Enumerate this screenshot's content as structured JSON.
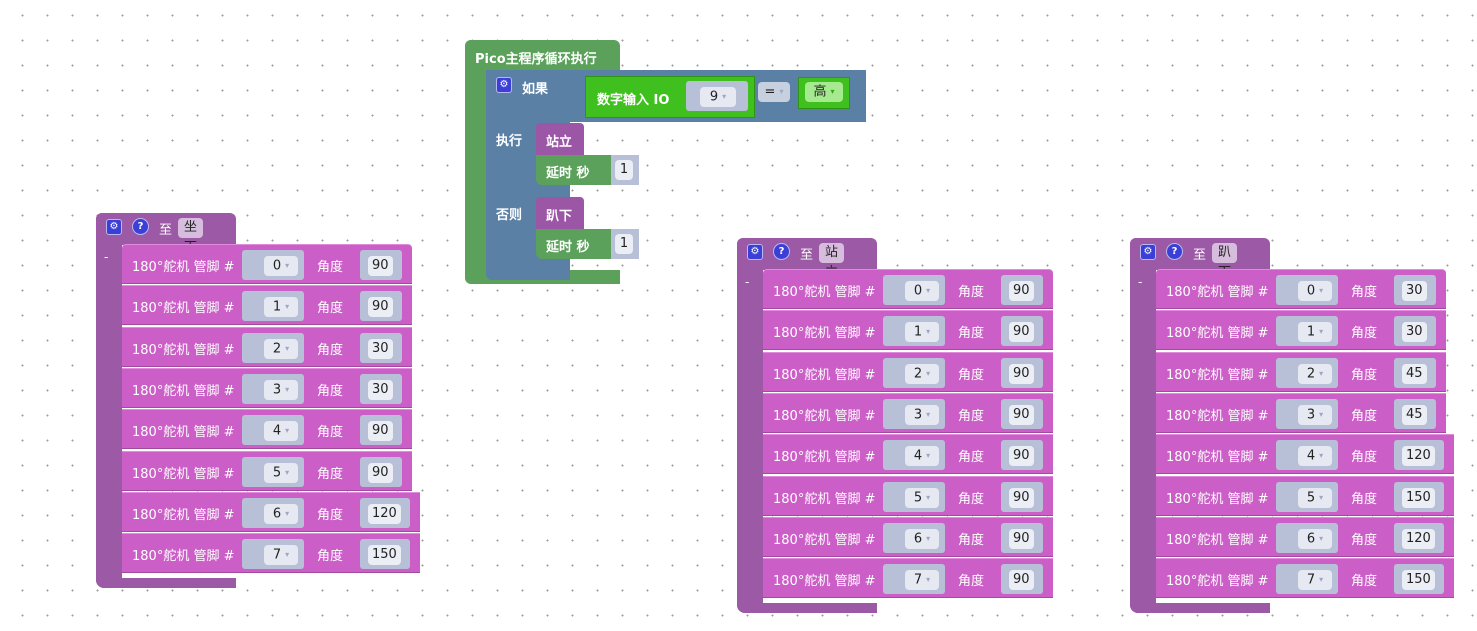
{
  "main_loop": {
    "title": "Pico主程序循环执行",
    "if_block": {
      "if_label": "如果",
      "do_label": "执行",
      "else_label": "否则",
      "condition": {
        "input_label": "数字输入 IO",
        "pin": "9",
        "operator": "=",
        "value": "高"
      },
      "do_call": "站立",
      "do_delay_label": "延时 秒",
      "do_delay_value": "1",
      "else_call": "趴下",
      "else_delay_label": "延时 秒",
      "else_delay_value": "1"
    }
  },
  "procedures": [
    {
      "to_label": "至",
      "name": "坐下",
      "minus": "-",
      "rows": [
        {
          "label": "180°舵机 管脚 #",
          "pin": "0",
          "angle_label": "角度",
          "angle": "90"
        },
        {
          "label": "180°舵机 管脚 #",
          "pin": "1",
          "angle_label": "角度",
          "angle": "90"
        },
        {
          "label": "180°舵机 管脚 #",
          "pin": "2",
          "angle_label": "角度",
          "angle": "30"
        },
        {
          "label": "180°舵机 管脚 #",
          "pin": "3",
          "angle_label": "角度",
          "angle": "30"
        },
        {
          "label": "180°舵机 管脚 #",
          "pin": "4",
          "angle_label": "角度",
          "angle": "90"
        },
        {
          "label": "180°舵机 管脚 #",
          "pin": "5",
          "angle_label": "角度",
          "angle": "90"
        },
        {
          "label": "180°舵机 管脚 #",
          "pin": "6",
          "angle_label": "角度",
          "angle": "120"
        },
        {
          "label": "180°舵机 管脚 #",
          "pin": "7",
          "angle_label": "角度",
          "angle": "150"
        }
      ]
    },
    {
      "to_label": "至",
      "name": "站立",
      "minus": "-",
      "rows": [
        {
          "label": "180°舵机 管脚 #",
          "pin": "0",
          "angle_label": "角度",
          "angle": "90"
        },
        {
          "label": "180°舵机 管脚 #",
          "pin": "1",
          "angle_label": "角度",
          "angle": "90"
        },
        {
          "label": "180°舵机 管脚 #",
          "pin": "2",
          "angle_label": "角度",
          "angle": "90"
        },
        {
          "label": "180°舵机 管脚 #",
          "pin": "3",
          "angle_label": "角度",
          "angle": "90"
        },
        {
          "label": "180°舵机 管脚 #",
          "pin": "4",
          "angle_label": "角度",
          "angle": "90"
        },
        {
          "label": "180°舵机 管脚 #",
          "pin": "5",
          "angle_label": "角度",
          "angle": "90"
        },
        {
          "label": "180°舵机 管脚 #",
          "pin": "6",
          "angle_label": "角度",
          "angle": "90"
        },
        {
          "label": "180°舵机 管脚 #",
          "pin": "7",
          "angle_label": "角度",
          "angle": "90"
        }
      ]
    },
    {
      "to_label": "至",
      "name": "趴下",
      "minus": "-",
      "rows": [
        {
          "label": "180°舵机 管脚 #",
          "pin": "0",
          "angle_label": "角度",
          "angle": "30"
        },
        {
          "label": "180°舵机 管脚 #",
          "pin": "1",
          "angle_label": "角度",
          "angle": "30"
        },
        {
          "label": "180°舵机 管脚 #",
          "pin": "2",
          "angle_label": "角度",
          "angle": "45"
        },
        {
          "label": "180°舵机 管脚 #",
          "pin": "3",
          "angle_label": "角度",
          "angle": "45"
        },
        {
          "label": "180°舵机 管脚 #",
          "pin": "4",
          "angle_label": "角度",
          "angle": "120"
        },
        {
          "label": "180°舵机 管脚 #",
          "pin": "5",
          "angle_label": "角度",
          "angle": "150"
        },
        {
          "label": "180°舵机 管脚 #",
          "pin": "6",
          "angle_label": "角度",
          "angle": "120"
        },
        {
          "label": "180°舵机 管脚 #",
          "pin": "7",
          "angle_label": "角度",
          "angle": "150"
        }
      ]
    }
  ],
  "icons": {
    "gear": "⚙",
    "help": "?",
    "dropdown_arrow": "▾"
  },
  "colors": {
    "loop": "#5ba15b",
    "logic": "#5b80a5",
    "procedure": "#9c5aa6",
    "servo": "#cc5fc7",
    "io": "#3fc01f"
  }
}
